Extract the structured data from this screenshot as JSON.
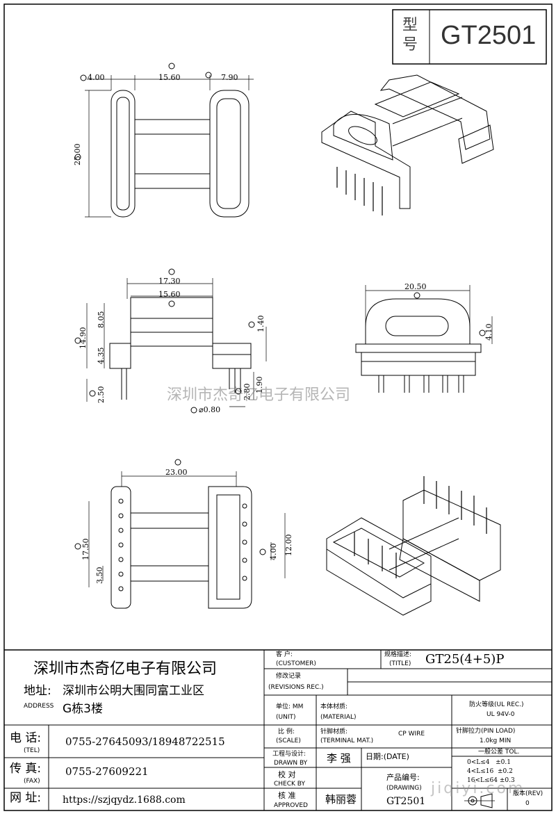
{
  "model_box": {
    "label_line1": "型",
    "label_line2": "号",
    "model": "GT2501"
  },
  "dimensions": {
    "top_view": {
      "d1": "4.00",
      "d2": "15.60",
      "d3": "7.90",
      "height": "25.00"
    },
    "front_view": {
      "w_outer": "17.30",
      "w_inner": "15.60",
      "h_total": "14.90",
      "h_upper": "8.05",
      "h_lower": "4.35",
      "pin_len": "2.50",
      "pin_dia": "⌀0.80",
      "flange_t": "1.40",
      "pin_gap": "2.80",
      "pin_step": "1.90"
    },
    "side_view": {
      "width": "20.50",
      "slot": "4.10"
    },
    "bottom_view": {
      "width": "23.00",
      "height": "17.50",
      "pitch": "3.50",
      "pin_span": "4.00",
      "slot_h": "12.00"
    }
  },
  "watermark": "深圳市杰奇亿电子有限公司",
  "watermark2": "jiqiyi.com",
  "company": {
    "name": "深圳市杰奇亿电子有限公司",
    "address_label": "地址:",
    "address_label_en": "ADDRESS",
    "address_line1": "深圳市公明大围同富工业区",
    "address_line2": "G栋3楼"
  },
  "contacts": {
    "tel_label": "电 话:",
    "tel_label_en": "(TEL)",
    "tel": "0755-27645093/18948722515",
    "fax_label": "传 真:",
    "fax_label_en": "(FAX)",
    "fax": "0755-27609221",
    "web_label": "网 址:",
    "web": "https://szjqydz.1688.com"
  },
  "title_block": {
    "customer_label": "客 户:",
    "customer_label_en": "(CUSTOMER)",
    "title_label": "规格描述:",
    "title_label_en": "(TITLE)",
    "title_value": "GT25(4+5)P",
    "revision_label": "修改记录",
    "revision_label_en": "(REVISIONS REC.)",
    "unit_label": "单位: MM",
    "unit_label_en": "(UNIT)",
    "material_label": "本体材质:",
    "material_label_en": "(MATERIAL)",
    "flame_label": "防火等级(UL REC.)",
    "flame_value": "UL 94V-0",
    "scale_label": "比 例:",
    "scale_label_en": "(SCALE)",
    "terminal_label": "针脚材质:",
    "terminal_label_en": "(TERMINAL MAT.)",
    "terminal_value": "CP WIRE",
    "pin_load_label": "针脚拉力(PIN LOAD)",
    "pin_load_value": "1.0kg MIN",
    "drawn_label": "工程与设计:",
    "drawn_label_en": "DRAWN BY",
    "drawn_value": "李 强",
    "date_label": "日期:(DATE)",
    "tol_title": "一般公差 TOL.",
    "tol_rows": [
      "0<L≤4   ±0.1",
      "4<L≤16  ±0.2",
      "16<L≤64 ±0.3"
    ],
    "check_label": "校 对",
    "check_label_en": "CHECK BY",
    "product_label": "产品编号:",
    "product_label_en": "(DRAWING)",
    "approve_label": "核 准",
    "approve_label_en": "APPROVED",
    "approve_value": "韩丽蓉",
    "product_value": "GT2501",
    "rev_label": "版本(REV)",
    "rev_value": "0"
  }
}
